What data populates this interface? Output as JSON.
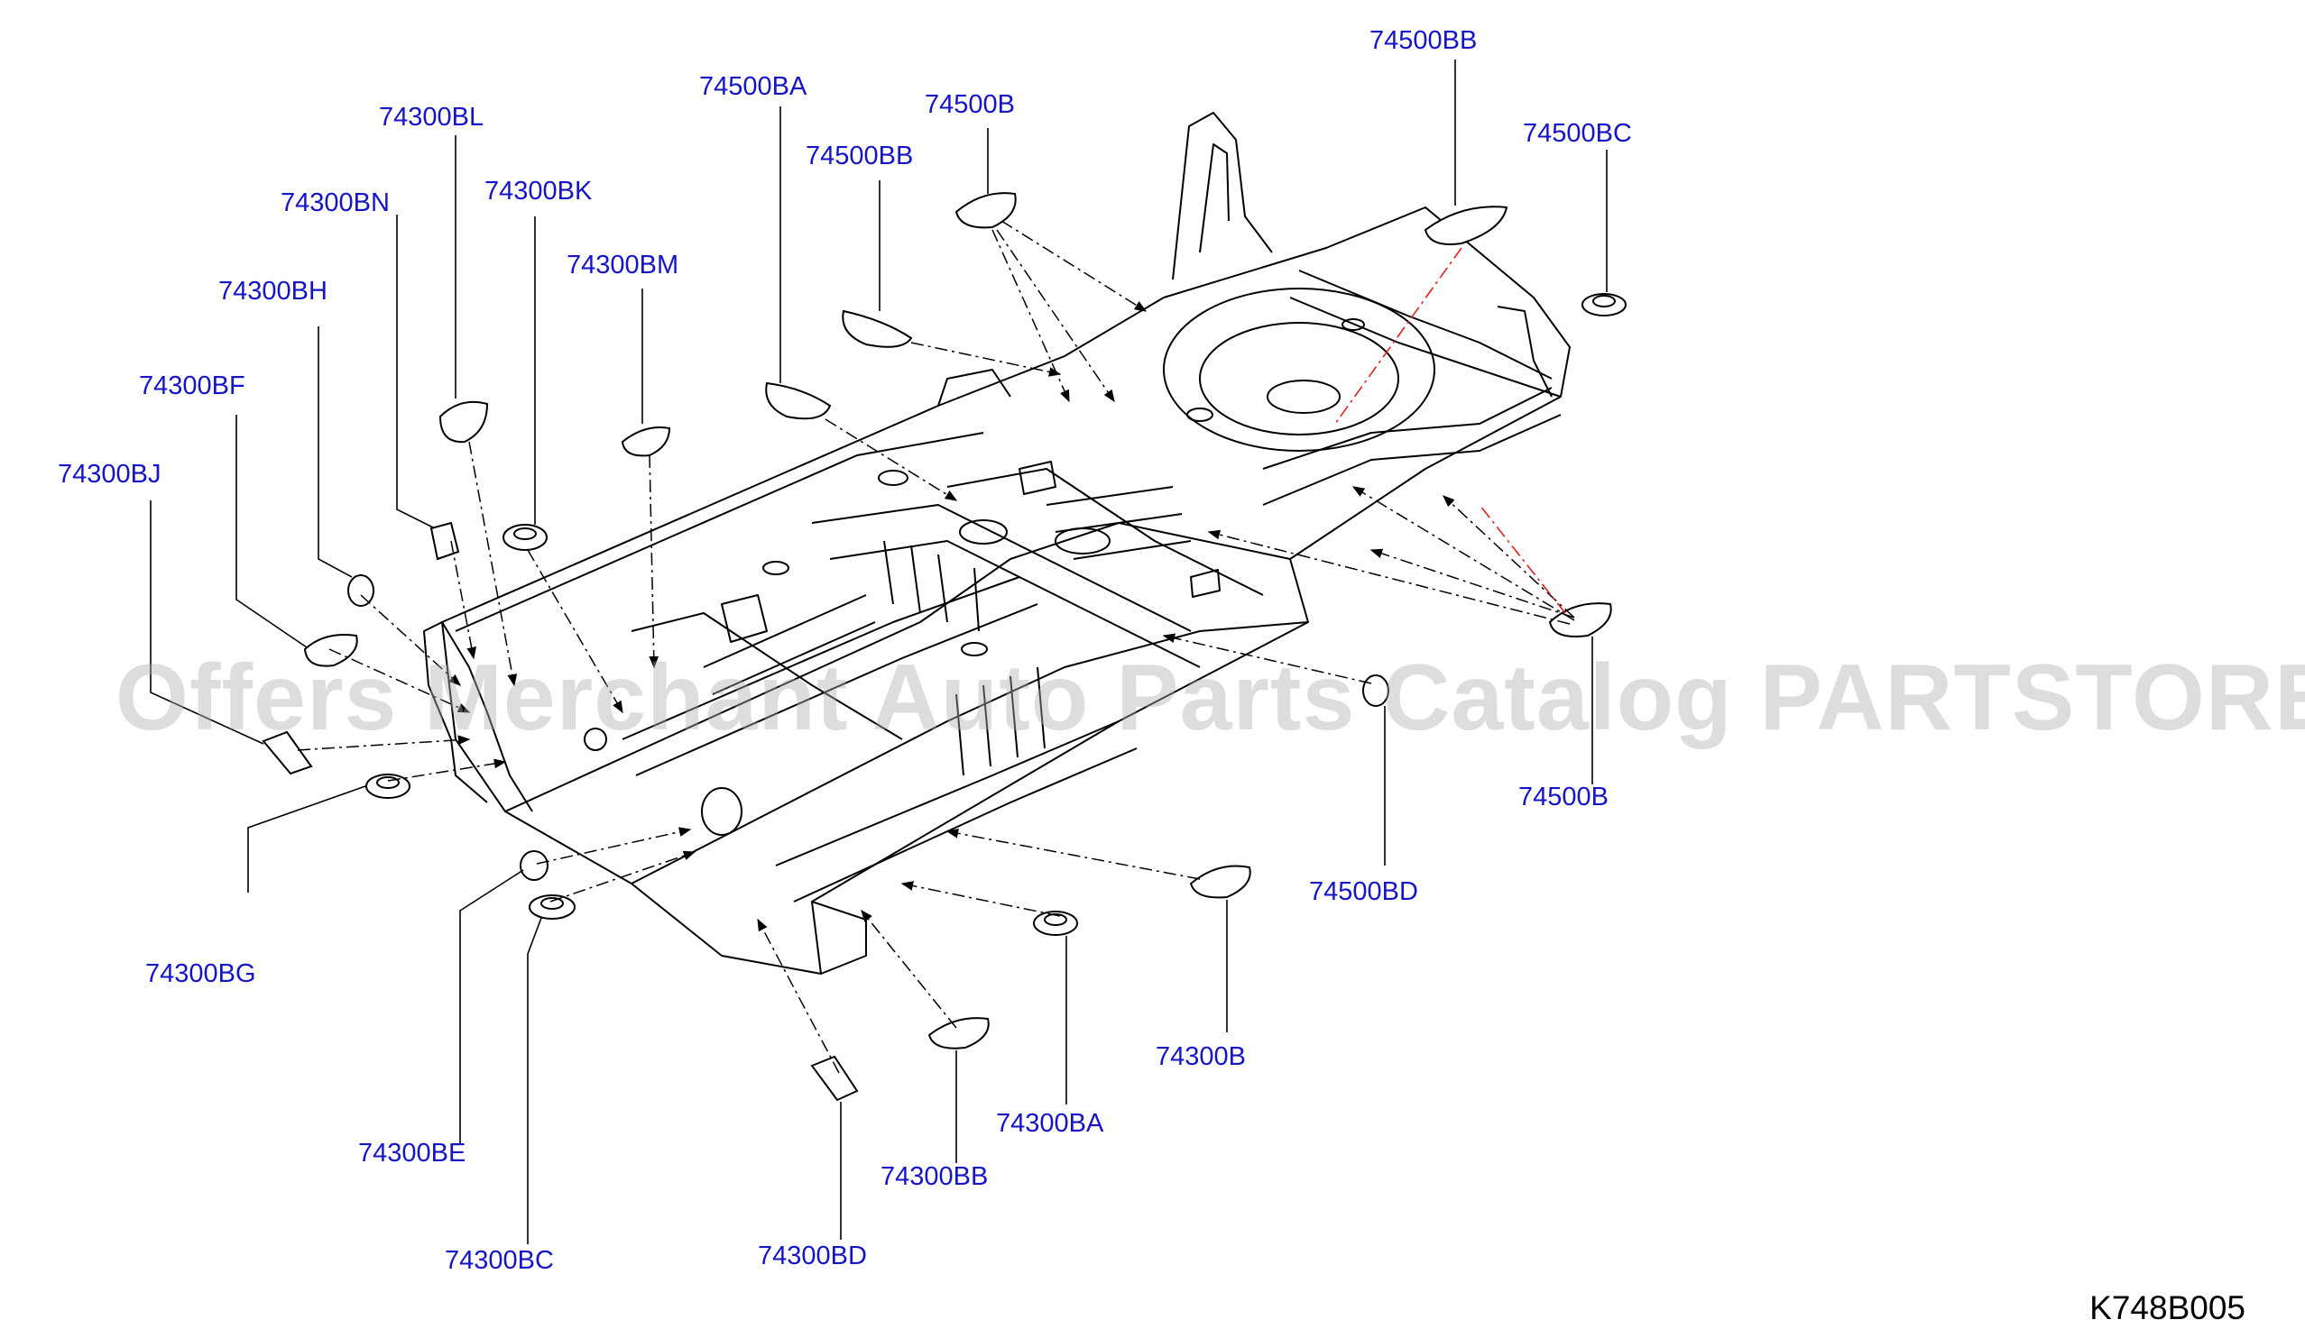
{
  "watermark": "Offers Merchant Auto Parts Catalog PARTSTORE.SA",
  "diagram_code": "K748B005",
  "colors": {
    "callout": "#1515c8",
    "line": "#000000",
    "accent_line": "#e02020",
    "watermark": "#afafaf"
  },
  "callouts": [
    {
      "id": "74500BB-top",
      "text": "74500BB"
    },
    {
      "id": "74500BA",
      "text": "74500BA"
    },
    {
      "id": "74500B-top",
      "text": "74500B"
    },
    {
      "id": "74500BB-mid",
      "text": "74500BB"
    },
    {
      "id": "74500BC",
      "text": "74500BC"
    },
    {
      "id": "74300BL",
      "text": "74300BL"
    },
    {
      "id": "74300BK",
      "text": "74300BK"
    },
    {
      "id": "74300BN",
      "text": "74300BN"
    },
    {
      "id": "74300BM",
      "text": "74300BM"
    },
    {
      "id": "74300BH",
      "text": "74300BH"
    },
    {
      "id": "74300BF",
      "text": "74300BF"
    },
    {
      "id": "74300BJ",
      "text": "74300BJ"
    },
    {
      "id": "74500B-right",
      "text": "74500B"
    },
    {
      "id": "74500BD",
      "text": "74500BD"
    },
    {
      "id": "74300BG",
      "text": "74300BG"
    },
    {
      "id": "74300B",
      "text": "74300B"
    },
    {
      "id": "74300BA",
      "text": "74300BA"
    },
    {
      "id": "74300BE",
      "text": "74300BE"
    },
    {
      "id": "74300BB",
      "text": "74300BB"
    },
    {
      "id": "74300BC",
      "text": "74300BC"
    },
    {
      "id": "74300BD",
      "text": "74300BD"
    }
  ]
}
